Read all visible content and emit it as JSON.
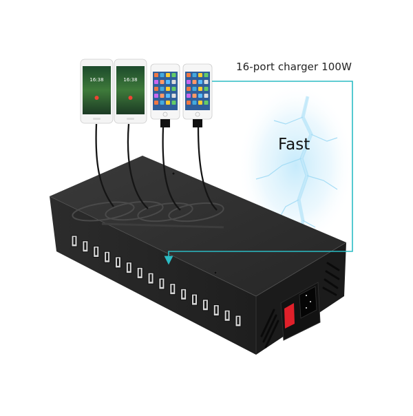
{
  "product": {
    "caption": "16-port charger 100W",
    "speed_label": "Fast",
    "port_count": 16,
    "device_count": 4,
    "devices": [
      {
        "type": "android-phone",
        "clock": "16:38"
      },
      {
        "type": "android-phone",
        "clock": "16:38"
      },
      {
        "type": "iphone"
      },
      {
        "type": "iphone"
      }
    ]
  },
  "colors": {
    "accent_line": "#2bbcc4",
    "body": "#2a2a2a",
    "power_switch": "#e0202a",
    "lightning_glow": "#8fd4f5"
  }
}
